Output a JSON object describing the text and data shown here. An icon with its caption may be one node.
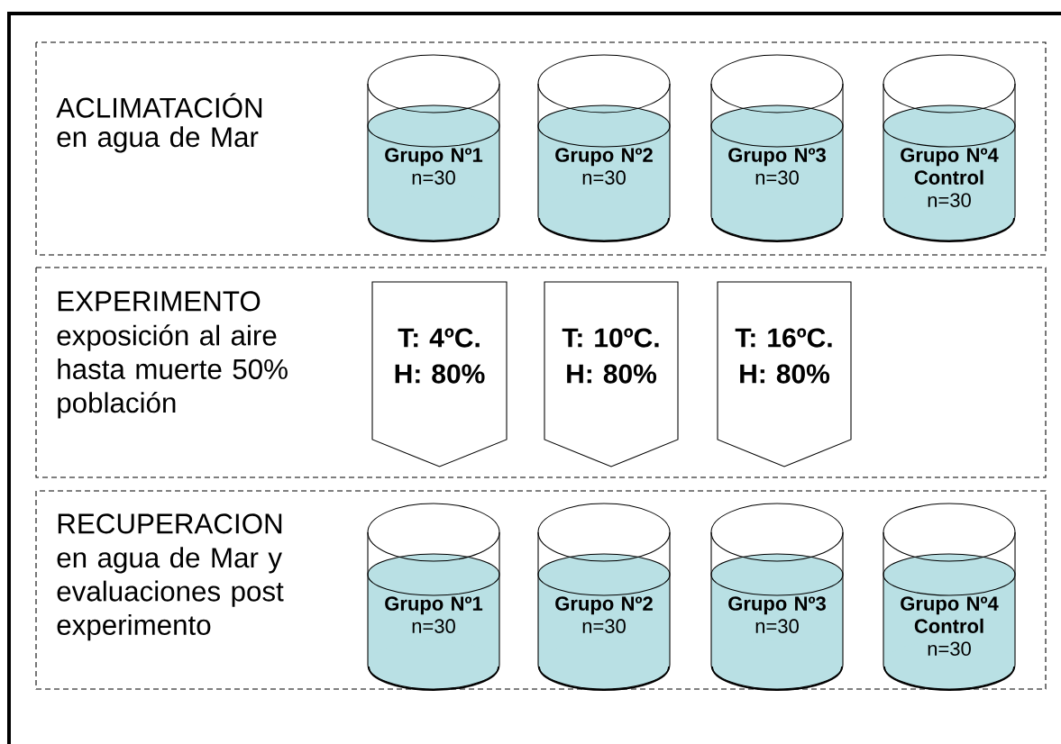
{
  "diagram": {
    "nodes": [
      {
        "text": [
          "ACLIMATACIÓN",
          "en agua de Mar"
        ]
      },
      {
        "text": [
          "Grupo Nº1",
          "n=30"
        ],
        "in": 0
      },
      {
        "text": [
          "Grupo Nº2",
          "n=30"
        ],
        "in": 0
      },
      {
        "text": [
          "Grupo Nº3",
          "n=30"
        ],
        "in": 0
      },
      {
        "text": [
          "Grupo Nº4 Control",
          "n=30"
        ],
        "in": 0
      },
      {
        "text": [
          "EXPERIMENTO",
          "exposición al aire hasta muerte 50% población"
        ]
      },
      {
        "text": [
          "T: 4ºC. H: 80%"
        ],
        "in": 5
      },
      {
        "text": [
          "T: 10ºC. H: 80%"
        ],
        "in": 5
      },
      {
        "text": [
          "T: 16ºC. H: 80%"
        ],
        "in": 5
      },
      {
        "text": [
          "RECUPERACION",
          "en agua de Mar y evaluaciones post experimento"
        ]
      },
      {
        "text": [
          "Grupo Nº1",
          "n=30"
        ],
        "in": 9
      },
      {
        "text": [
          "Grupo Nº2",
          "n=30"
        ],
        "in": 9
      },
      {
        "text": [
          "Grupo Nº3",
          "n=30"
        ],
        "in": 9
      },
      {
        "text": [
          "Grupo Nº4 Control",
          "n=30"
        ],
        "in": 9
      }
    ]
  }
}
